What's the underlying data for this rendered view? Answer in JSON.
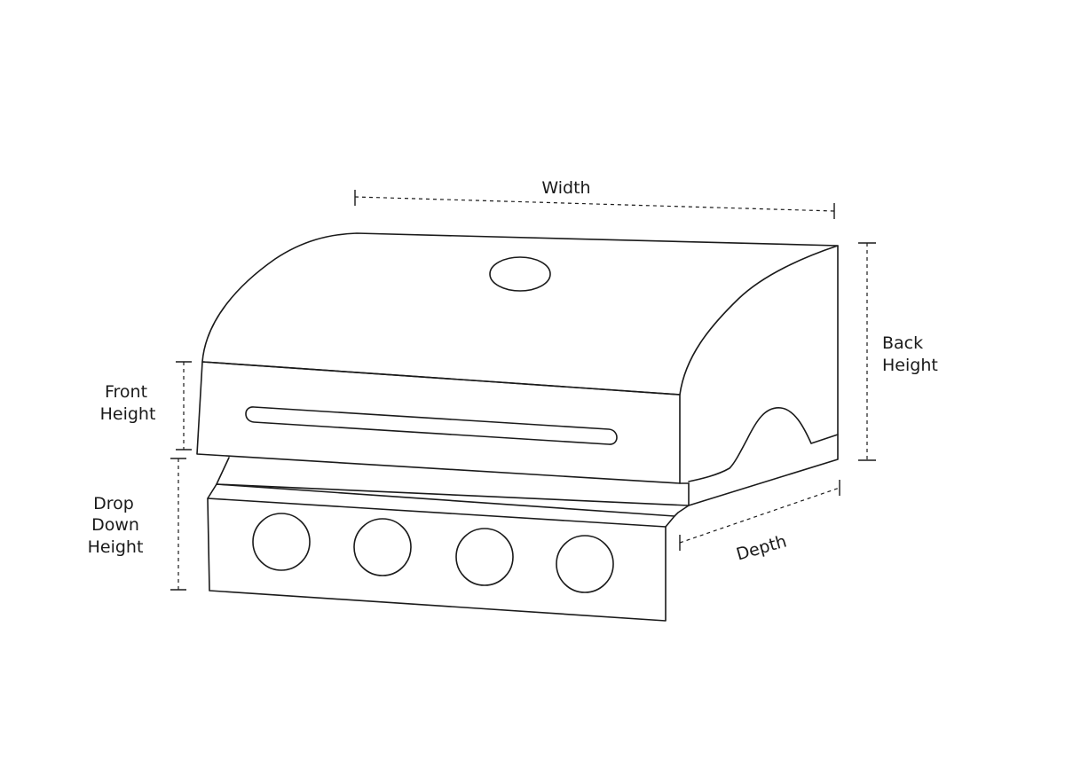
{
  "labels": {
    "width": "Width",
    "back_height_1": "Back",
    "back_height_2": "Height",
    "front_height_1": "Front",
    "front_height_2": "Height",
    "drop_down_1": "Drop",
    "drop_down_2": "Down",
    "drop_down_3": "Height",
    "depth": "Depth"
  },
  "colors": {
    "line": "#1a1a1a",
    "background": "#ffffff"
  }
}
